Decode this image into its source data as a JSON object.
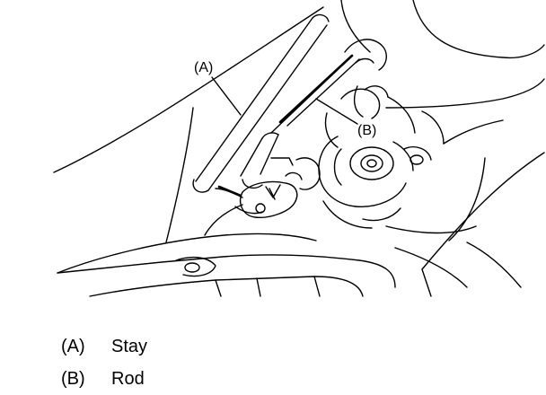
{
  "figure": {
    "callouts": [
      {
        "key": "stay",
        "text": "(A)"
      },
      {
        "key": "rod",
        "text": "(B)"
      }
    ]
  },
  "legend": {
    "items": [
      {
        "key": "(A)",
        "label": "Stay"
      },
      {
        "key": "(B)",
        "label": "Rod"
      }
    ]
  }
}
